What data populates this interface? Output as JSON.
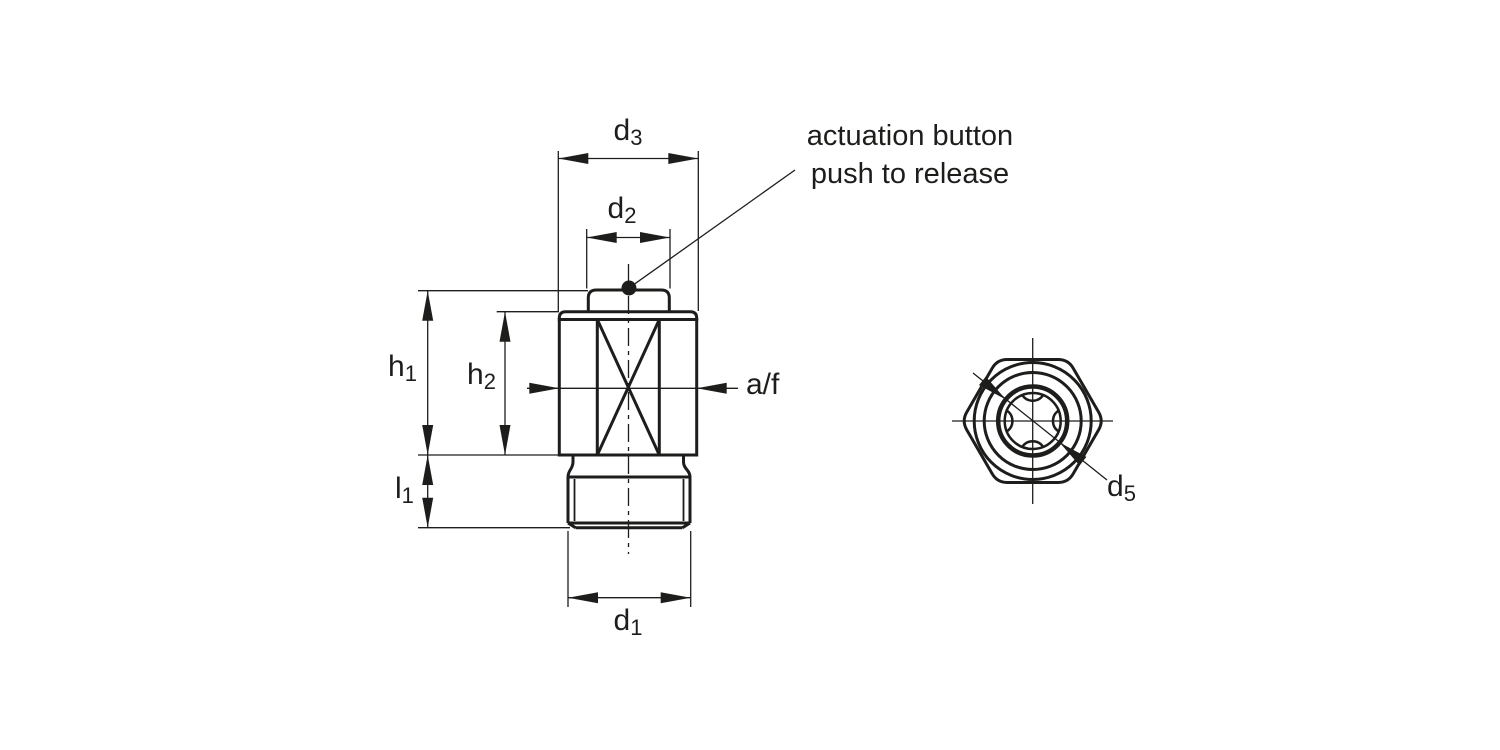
{
  "drawing": {
    "annotation": {
      "line1": "actuation button",
      "line2": "push to release"
    },
    "colors": {
      "line": "#1d1d1b",
      "background": "#ffffff"
    },
    "front_view": {
      "dimension_labels": {
        "d3": {
          "main": "d",
          "sub": "3"
        },
        "d2": {
          "main": "d",
          "sub": "2"
        },
        "d1": {
          "main": "d",
          "sub": "1"
        },
        "h1": {
          "main": "h",
          "sub": "1"
        },
        "h2": {
          "main": "h",
          "sub": "2"
        },
        "l1": {
          "main": "l",
          "sub": "1"
        },
        "af": {
          "main": "a/f",
          "sub": ""
        }
      }
    },
    "top_view": {
      "dimension_labels": {
        "d5": {
          "main": "d",
          "sub": "5"
        }
      }
    }
  }
}
